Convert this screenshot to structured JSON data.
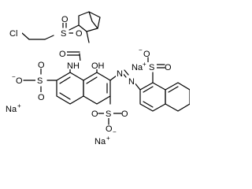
{
  "molecule": {
    "atoms": {
      "cl": "Cl",
      "s_sulfonyl": "S",
      "o_sulfonyl_1": "O",
      "o_sulfonyl_2": "O",
      "o_carbonyl": "O",
      "nh": "NH",
      "oh": "OH",
      "o_minus_left": "O",
      "s_left": "S",
      "o_left_1": "O",
      "o_left_2": "O",
      "n_azo_1": "N",
      "n_azo_2": "N",
      "o_minus_top": "O",
      "s_top": "S",
      "o_top": "O",
      "s_bottom": "S",
      "o_bottom_1": "O",
      "o_bottom_2": "O",
      "o_minus_bottom": "O"
    },
    "charges": {
      "minus": "−",
      "plus": "+"
    },
    "counterions": {
      "na_1": "Na",
      "na_2": "Na",
      "na_3": "Na"
    }
  },
  "colors": {
    "ink": "#000000",
    "background": "#ffffff"
  }
}
